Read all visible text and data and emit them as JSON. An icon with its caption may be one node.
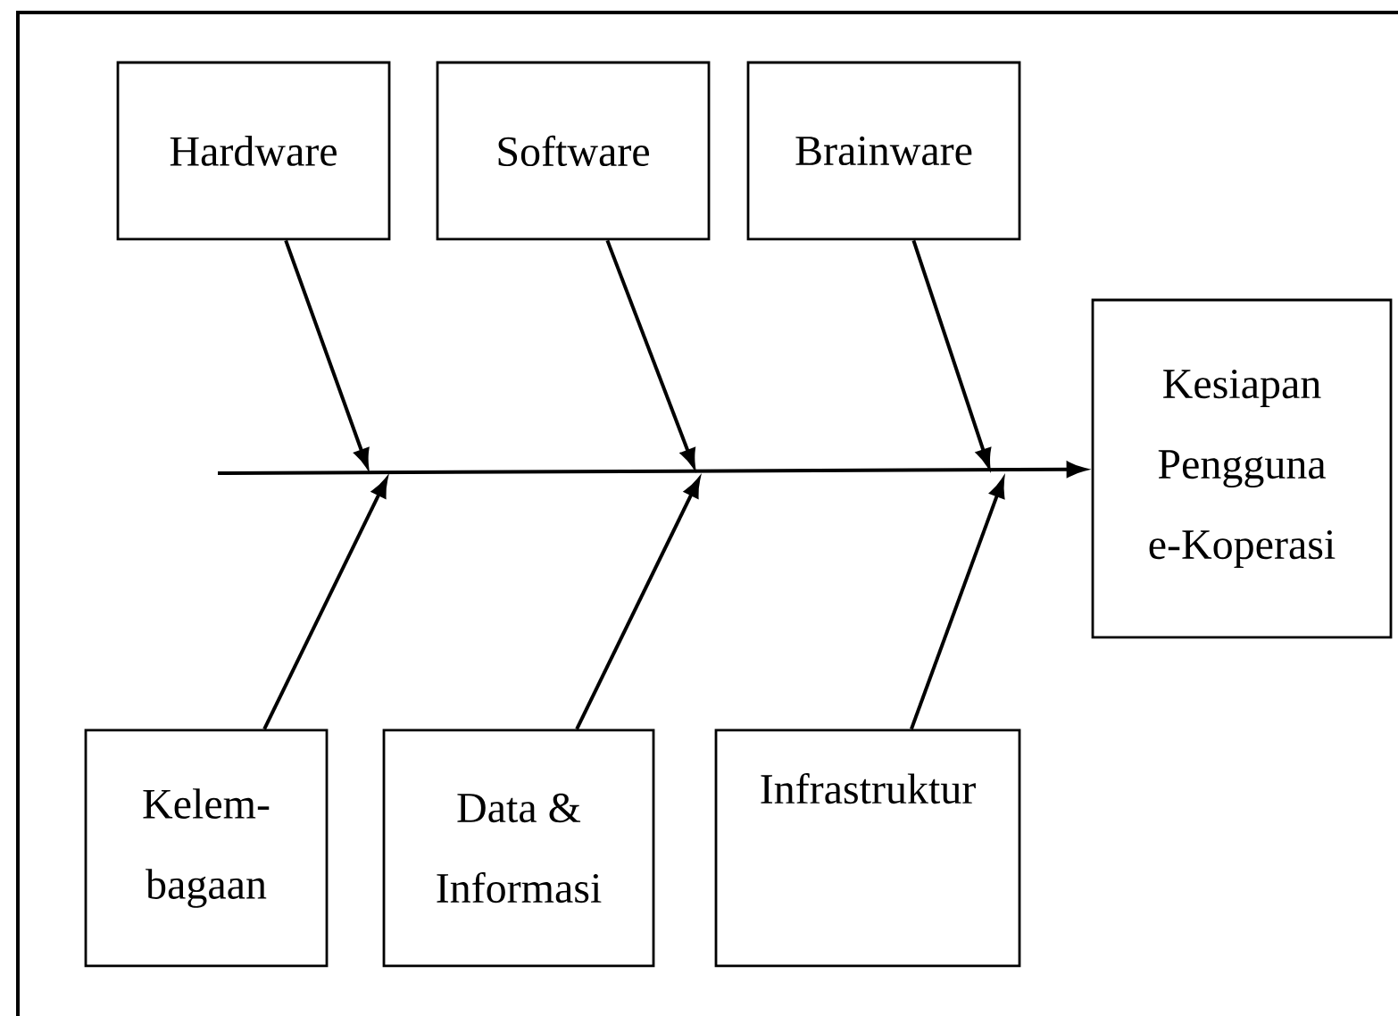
{
  "diagram": {
    "nodes": [
      {
        "text": [
          "Hardware"
        ]
      },
      {
        "text": [
          "Software"
        ]
      },
      {
        "text": [
          "Brainware"
        ]
      },
      {
        "text": [
          "Kelem- bagaan"
        ]
      },
      {
        "text": [
          "Data & Informasi"
        ]
      },
      {
        "text": [
          "Infrastruktur"
        ]
      },
      {
        "text": [
          "Kesiapan Pengguna e-Koperasi"
        ]
      }
    ],
    "edges": [
      {
        "from": 0,
        "to": null,
        "arrow": "to"
      },
      {
        "from": 1,
        "to": null,
        "arrow": "to"
      },
      {
        "from": 2,
        "to": null,
        "arrow": "to"
      },
      {
        "from": 3,
        "to": null,
        "arrow": "to"
      },
      {
        "from": 4,
        "to": null,
        "arrow": "to"
      },
      {
        "from": 5,
        "to": null,
        "arrow": "to"
      },
      {
        "from": null,
        "to": 6,
        "arrow": "to"
      }
    ]
  }
}
